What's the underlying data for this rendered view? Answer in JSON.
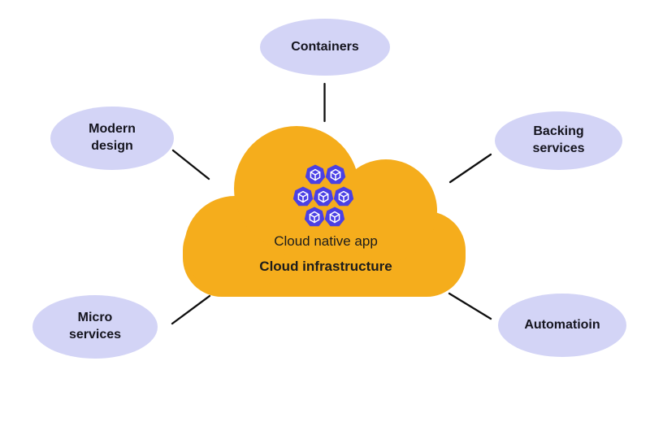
{
  "cloud": {
    "label_primary": "Cloud native app",
    "label_secondary": "Cloud infrastructure",
    "fill": "#F5AD1C",
    "text_color": "#1C1C1C"
  },
  "icons": {
    "name": "container-cube-icon",
    "count": 7,
    "fill": "#4B40E4",
    "glyph_color": "#FFFFFF"
  },
  "nodes": [
    {
      "id": "containers",
      "label": "Containers"
    },
    {
      "id": "modern-design",
      "label": "Modern\ndesign"
    },
    {
      "id": "backing-services",
      "label": "Backing\nservices"
    },
    {
      "id": "micro-services",
      "label": "Micro\nservices"
    },
    {
      "id": "automation",
      "label": "Automatioin"
    }
  ],
  "node_style": {
    "fill": "#D3D4F6",
    "text_color": "#15151F"
  },
  "connector_color": "#0F0F0F",
  "background": "#FFFFFF"
}
